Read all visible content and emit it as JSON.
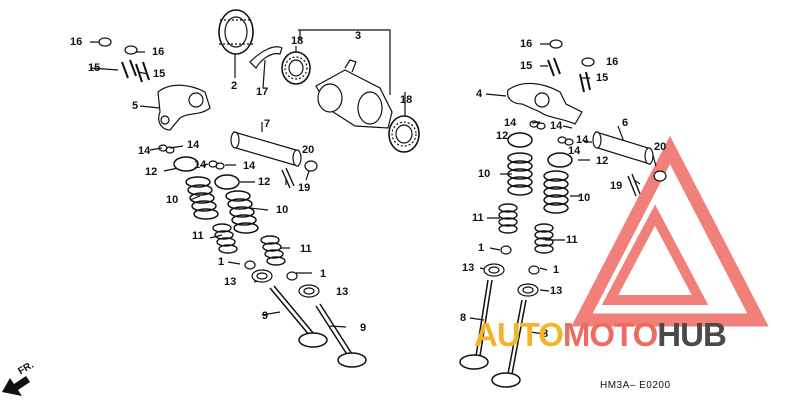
{
  "diagram": {
    "callouts": [
      {
        "id": "c1",
        "text": "16"
      },
      {
        "id": "c2",
        "text": "16"
      },
      {
        "id": "c3",
        "text": "15"
      },
      {
        "id": "c4",
        "text": "15"
      },
      {
        "id": "c5",
        "text": "5"
      },
      {
        "id": "c6",
        "text": "2"
      },
      {
        "id": "c7",
        "text": "17"
      },
      {
        "id": "c8",
        "text": "18"
      },
      {
        "id": "c9",
        "text": "3"
      },
      {
        "id": "c10",
        "text": "18"
      },
      {
        "id": "c11",
        "text": "7"
      },
      {
        "id": "c12",
        "text": "14"
      },
      {
        "id": "c13",
        "text": "14"
      },
      {
        "id": "c14",
        "text": "14"
      },
      {
        "id": "c15",
        "text": "14"
      },
      {
        "id": "c16",
        "text": "12"
      },
      {
        "id": "c17",
        "text": "12"
      },
      {
        "id": "c18",
        "text": "20"
      },
      {
        "id": "c19",
        "text": "19"
      },
      {
        "id": "c20",
        "text": "10"
      },
      {
        "id": "c21",
        "text": "10"
      },
      {
        "id": "c22",
        "text": "11"
      },
      {
        "id": "c23",
        "text": "11"
      },
      {
        "id": "c24",
        "text": "1"
      },
      {
        "id": "c25",
        "text": "1"
      },
      {
        "id": "c26",
        "text": "13"
      },
      {
        "id": "c27",
        "text": "13"
      },
      {
        "id": "c28",
        "text": "9"
      },
      {
        "id": "c29",
        "text": "9"
      },
      {
        "id": "c30",
        "text": "16"
      },
      {
        "id": "c31",
        "text": "16"
      },
      {
        "id": "c32",
        "text": "15"
      },
      {
        "id": "c33",
        "text": "15"
      },
      {
        "id": "c34",
        "text": "4"
      },
      {
        "id": "c35",
        "text": "14"
      },
      {
        "id": "c36",
        "text": "14"
      },
      {
        "id": "c37",
        "text": "14"
      },
      {
        "id": "c38",
        "text": "14"
      },
      {
        "id": "c39",
        "text": "12"
      },
      {
        "id": "c40",
        "text": "12"
      },
      {
        "id": "c41",
        "text": "6"
      },
      {
        "id": "c42",
        "text": "20"
      },
      {
        "id": "c43",
        "text": "10"
      },
      {
        "id": "c44",
        "text": "10"
      },
      {
        "id": "c45",
        "text": "19"
      },
      {
        "id": "c46",
        "text": "11"
      },
      {
        "id": "c47",
        "text": "11"
      },
      {
        "id": "c48",
        "text": "1"
      },
      {
        "id": "c49",
        "text": "1"
      },
      {
        "id": "c50",
        "text": "13"
      },
      {
        "id": "c51",
        "text": "13"
      },
      {
        "id": "c52",
        "text": "8"
      },
      {
        "id": "c53",
        "text": "8"
      }
    ],
    "direction_label": "FR.",
    "diagram_code": "HM3A– E0200"
  },
  "watermark": {
    "part_auto": "AUTO",
    "part_moto": "MOTO",
    "part_hub": "HUB",
    "colors": {
      "auto": "#f5b32b",
      "moto": "#ee6b62",
      "hub": "#4a4a4a",
      "triangle": "#ee6b62"
    }
  }
}
